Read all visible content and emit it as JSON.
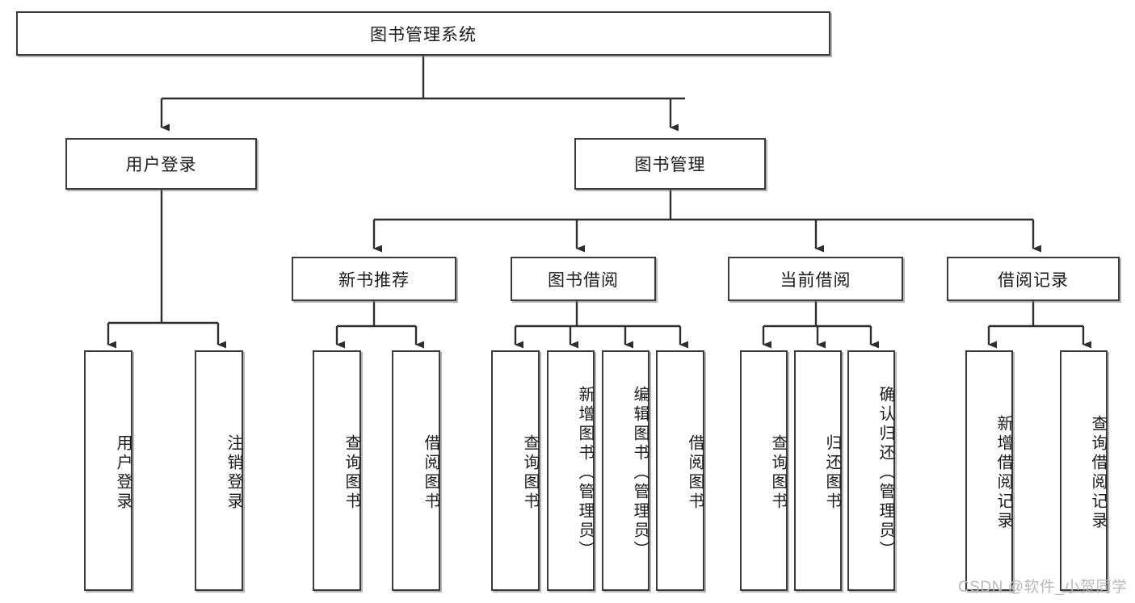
{
  "diagram": {
    "title": "图书管理系统",
    "type": "tree-hierarchy-diagram",
    "root": {
      "label": "图书管理系统"
    },
    "level2": [
      {
        "label": "用户登录"
      },
      {
        "label": "图书管理"
      }
    ],
    "level3": [
      {
        "label": "新书推荐"
      },
      {
        "label": "图书借阅"
      },
      {
        "label": "当前借阅"
      },
      {
        "label": "借阅记录"
      }
    ],
    "leaves": {
      "user_login": [
        {
          "label": "用户登录"
        },
        {
          "label": "注销登录"
        }
      ],
      "new_book_recommend": [
        {
          "label": "查询图书"
        },
        {
          "label": "借阅图书"
        }
      ],
      "book_borrow": [
        {
          "label": "查询图书"
        },
        {
          "label": "新增图书（管理员）"
        },
        {
          "label": "编辑图书（管理员）"
        },
        {
          "label": "借阅图书"
        }
      ],
      "current_borrow": [
        {
          "label": "查询图书"
        },
        {
          "label": "归还图书"
        },
        {
          "label": "确认归还（管理员）"
        }
      ],
      "borrow_record": [
        {
          "label": "新增借阅记录"
        },
        {
          "label": "查询借阅记录"
        }
      ]
    }
  },
  "watermark": {
    "text": "CSDN @软件_小贺同学"
  },
  "colors": {
    "border": "#3b3b3b",
    "text": "#1b1b1b",
    "background": "#ffffff",
    "watermark": "#b9b9b9"
  }
}
